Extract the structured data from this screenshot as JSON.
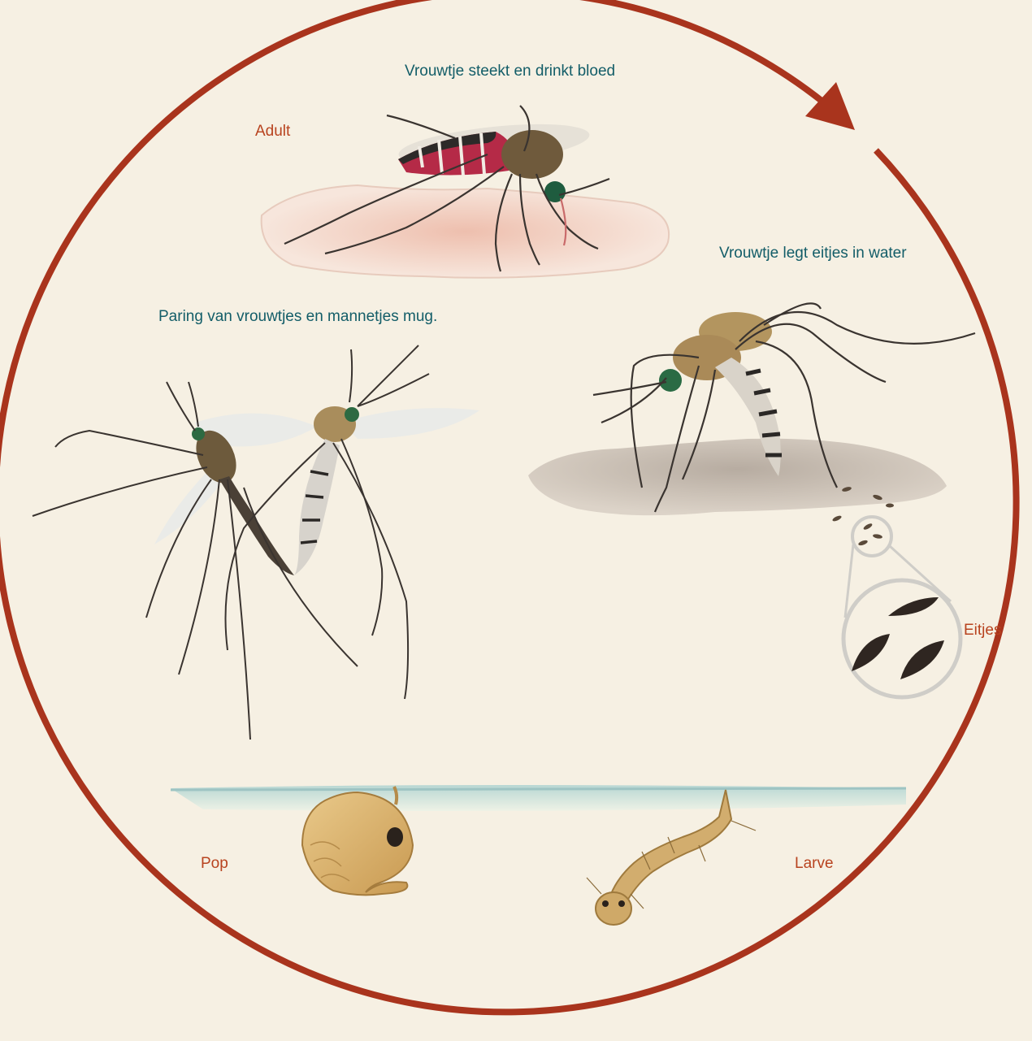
{
  "colors": {
    "background": "#f6f0e3",
    "cycle_ring": "#a9341d",
    "caption_text": "#135d68",
    "stage_text": "#b8431f"
  },
  "captions": {
    "feeding": "Vrouwtje steekt en drinkt bloed",
    "egg_laying": "Vrouwtje legt eitjes in water",
    "mating": "Paring van vrouwtjes en mannetjes mug."
  },
  "stages": {
    "adult": "Adult",
    "eggs": "Eitjes",
    "pupa": "Pop",
    "larva": "Larve"
  },
  "illustrations": [
    "mosquito-feeding-on-skin",
    "mosquito-laying-eggs",
    "mating-mosquitoes",
    "eggs-magnified",
    "pupa-in-water",
    "larva-in-water"
  ]
}
